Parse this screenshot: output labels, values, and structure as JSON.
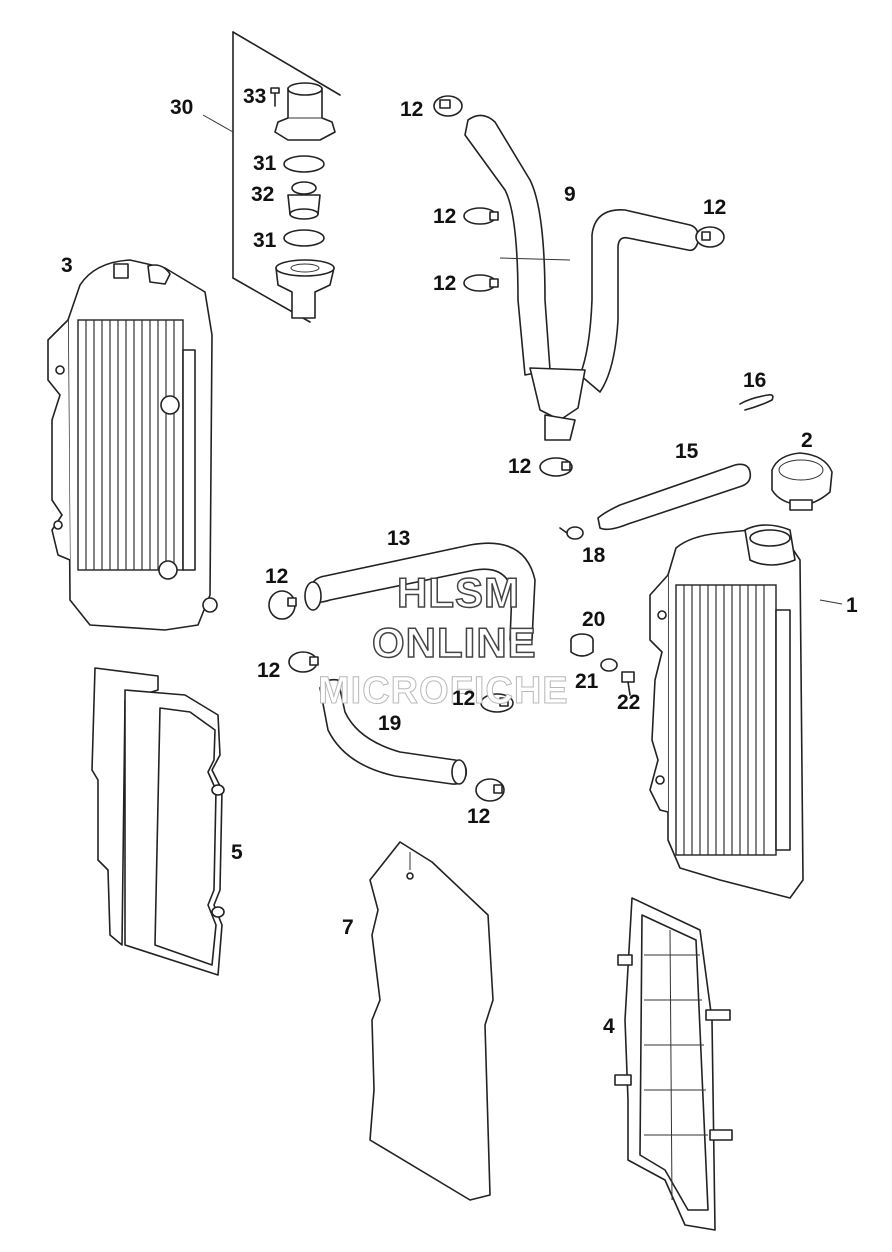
{
  "watermark": {
    "line1": "HLSM",
    "line2": "ONLINE",
    "line3": "MICROFICHE"
  },
  "callouts": {
    "c30": "30",
    "c33": "33",
    "c31a": "31",
    "c32": "32",
    "c31b": "31",
    "c3": "3",
    "c12_topleft": "12",
    "c9": "9",
    "c12_mid1": "12",
    "c12_right": "12",
    "c12_mid2": "12",
    "c16": "16",
    "c2": "2",
    "c15": "15",
    "c12_lower": "12",
    "c18": "18",
    "c13": "13",
    "c12_hoseA": "12",
    "c1": "1",
    "c20": "20",
    "c12_hoseB": "12",
    "c21": "21",
    "c22": "22",
    "c12_clampC": "12",
    "c19": "19",
    "c12_bottom": "12",
    "c5": "5",
    "c7": "7",
    "c4": "4"
  }
}
